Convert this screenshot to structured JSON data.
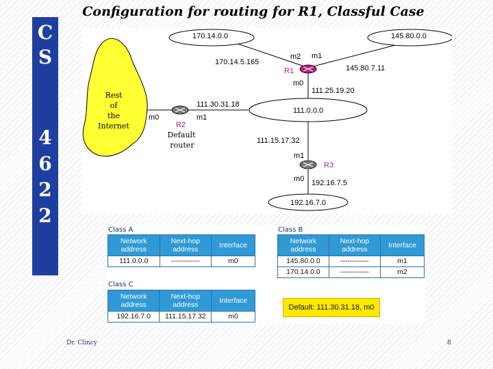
{
  "title": "Configuration for routing for R1, Classful Case",
  "side_letters": [
    "C",
    "S",
    "4",
    "6",
    "2",
    "2"
  ],
  "footer": {
    "author": "Dr. Clincy",
    "page": "8"
  },
  "diagram": {
    "internet_lines": [
      "Rest",
      "of",
      "the",
      "Internet"
    ],
    "networks": {
      "n170": "170.14.0.0",
      "n145": "145.80.0.0",
      "n111": "111.0.0.0",
      "n192": "192.16.7.0"
    },
    "routers": {
      "r1": {
        "name": "R1",
        "if_m2": "m2",
        "if_m1": "m1",
        "if_m0": "m0"
      },
      "r2": {
        "name": "R2",
        "desc1": "Default",
        "desc2": "router",
        "if_m0": "m0",
        "if_m1": "m1"
      },
      "r3": {
        "name": "R3",
        "if_m1": "m1",
        "if_m0": "m0"
      }
    },
    "addresses": {
      "a170_14_5_165": "170.14.5.165",
      "a145_80_7_11": "145.80.7.11",
      "a111_25_19_20": "111.25.19.20",
      "a111_30_31_18": "111.30.31.18",
      "a111_15_17_32": "111.15.17.32",
      "a192_16_7_5": "192.16.7.5"
    }
  },
  "tables": {
    "headers": {
      "net1": "Network",
      "net2": "address",
      "hop1": "Next-hop",
      "hop2": "address",
      "iface": "Interface"
    },
    "class_a": {
      "label": "Class A",
      "rows": [
        {
          "net": "111.0.0.0",
          "hop": "------------",
          "iface": "m0"
        }
      ]
    },
    "class_b": {
      "label": "Class B",
      "rows": [
        {
          "net": "145.80.0.0",
          "hop": "------------",
          "iface": "m1"
        },
        {
          "net": "170.14.0.0",
          "hop": "------------",
          "iface": "m2"
        }
      ]
    },
    "class_c": {
      "label": "Class C",
      "rows": [
        {
          "net": "192.16.7.0",
          "hop": "111.15.17.32",
          "iface": "m0"
        }
      ]
    },
    "default": "Default: 111.30.31.18,  m0"
  },
  "colors": {
    "bar": "#1f3fa0",
    "internet": "#ffff33",
    "router_label": "#b0207a",
    "table_header": "#2f9ad6",
    "default_box": "#ffe800"
  }
}
